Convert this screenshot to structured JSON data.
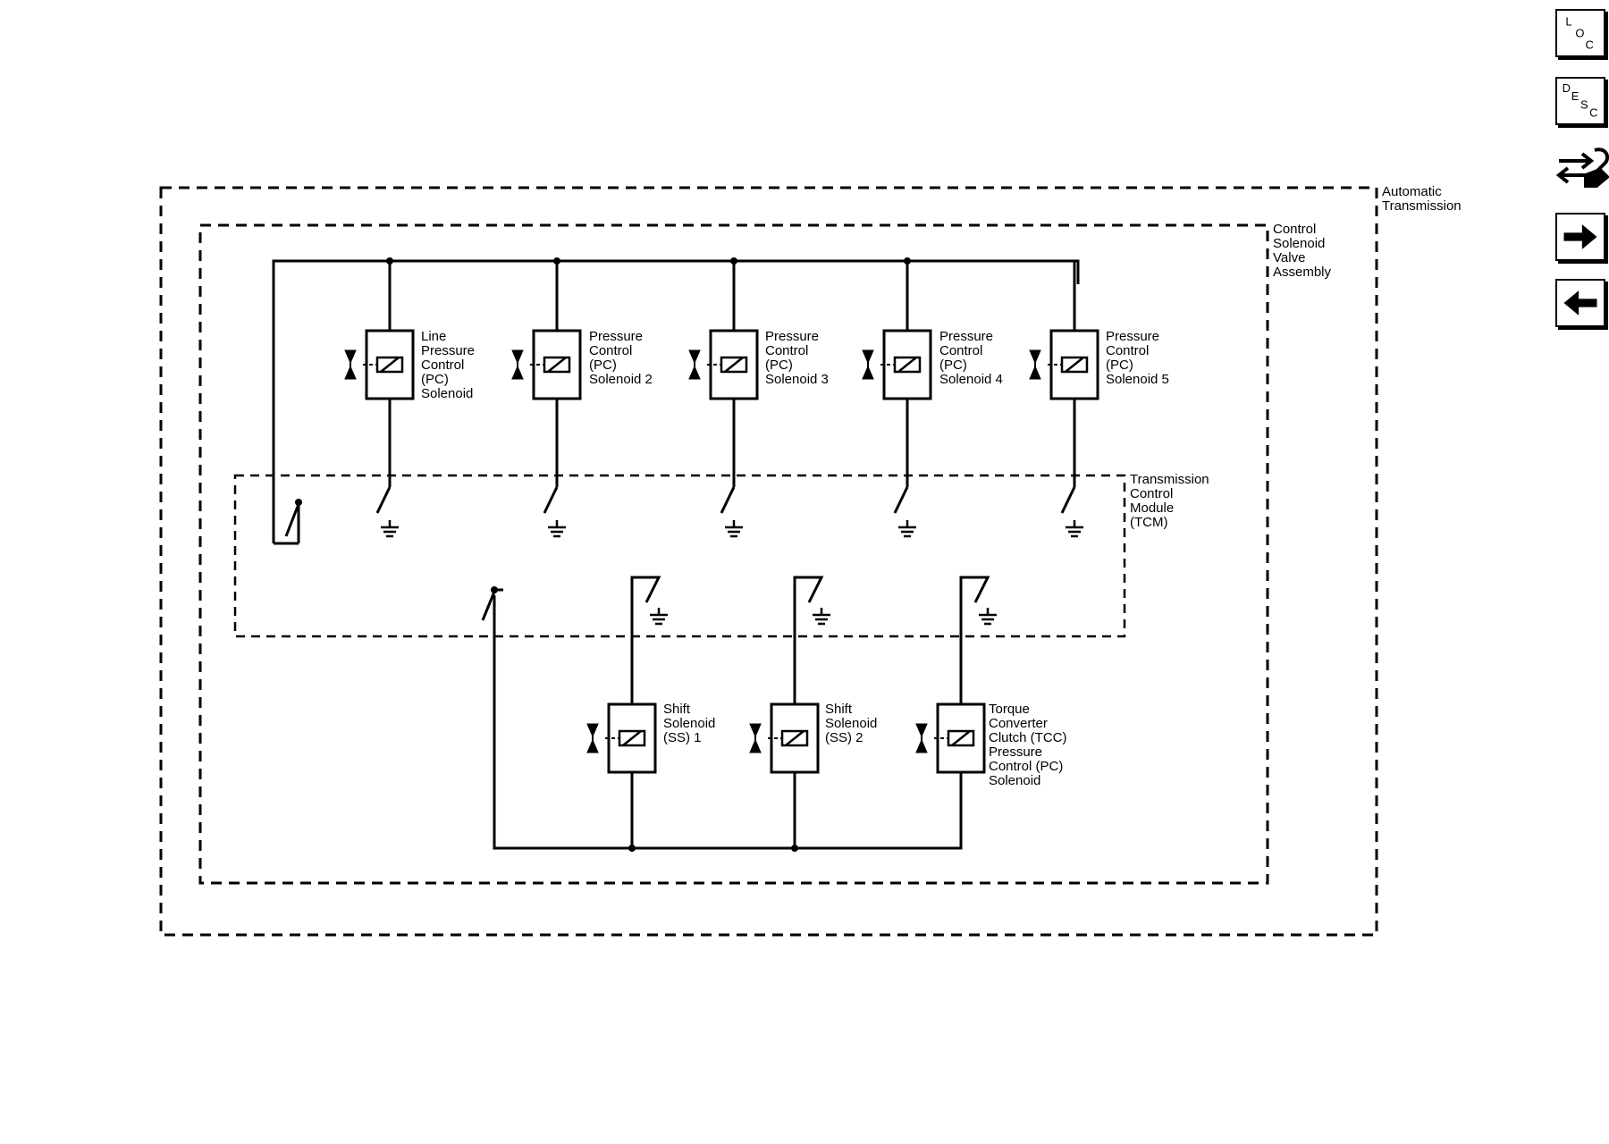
{
  "diagram": {
    "regions": {
      "automatic_transmission": [
        "Automatic",
        "Transmission"
      ],
      "control_solenoid_valve_assembly": [
        "Control",
        "Solenoid",
        "Valve",
        "Assembly"
      ],
      "tcm": [
        "Transmission",
        "Control",
        "Module",
        "(TCM)"
      ]
    },
    "top_solenoids": [
      {
        "lines": [
          "Line",
          "Pressure",
          "Control",
          "(PC)",
          "Solenoid"
        ]
      },
      {
        "lines": [
          "Pressure",
          "Control",
          "(PC)",
          "Solenoid 2"
        ]
      },
      {
        "lines": [
          "Pressure",
          "Control",
          "(PC)",
          "Solenoid 3"
        ]
      },
      {
        "lines": [
          "Pressure",
          "Control",
          "(PC)",
          "Solenoid 4"
        ]
      },
      {
        "lines": [
          "Pressure",
          "Control",
          "(PC)",
          "Solenoid 5"
        ]
      }
    ],
    "bottom_solenoids": [
      {
        "lines": [
          "Shift",
          "Solenoid",
          "(SS) 1"
        ]
      },
      {
        "lines": [
          "Shift",
          "Solenoid",
          "(SS) 2"
        ]
      },
      {
        "lines": [
          "Torque",
          "Converter",
          "Clutch (TCC)",
          "Pressure",
          "Control (PC)",
          "Solenoid"
        ]
      }
    ]
  },
  "nav": {
    "loc": {
      "l": "L",
      "o": "O",
      "c": "C"
    },
    "desc": {
      "d": "D",
      "e": "E",
      "s": "S",
      "c": "C"
    },
    "icons": [
      "loc-icon",
      "desc-icon",
      "connector-wrench-icon",
      "arrow-right-icon",
      "arrow-left-icon"
    ]
  }
}
